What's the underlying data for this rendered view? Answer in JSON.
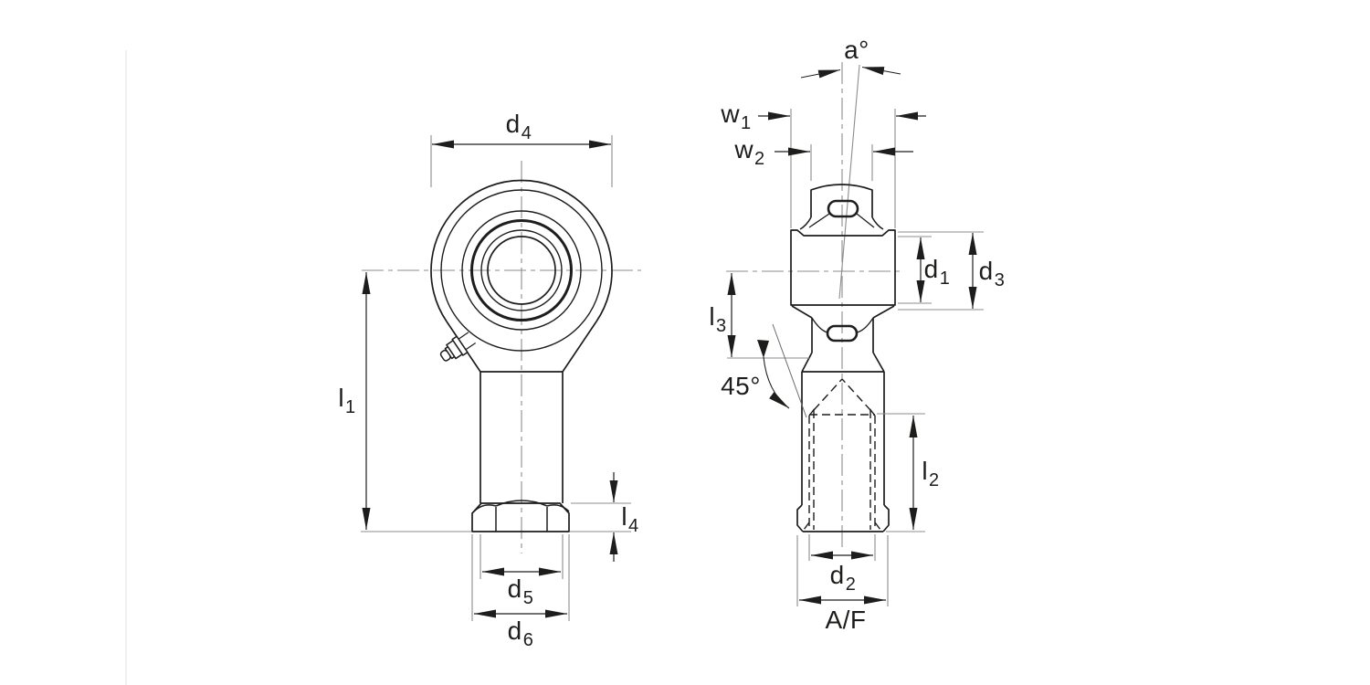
{
  "colors": {
    "line": "#1d1d1b",
    "centerline": "#8c8c8c",
    "page_edge": "#ececec",
    "background": "#ffffff"
  },
  "dimension_labels": {
    "front_view": {
      "d4": {
        "base": "d",
        "sub": "4"
      },
      "l1": {
        "base": "l",
        "sub": "1"
      },
      "l4": {
        "base": "l",
        "sub": "4"
      },
      "d5": {
        "base": "d",
        "sub": "5"
      },
      "d6": {
        "base": "d",
        "sub": "6"
      }
    },
    "side_view": {
      "a_angle": {
        "base": "a°"
      },
      "w1": {
        "base": "w",
        "sub": "1"
      },
      "w2": {
        "base": "w",
        "sub": "2"
      },
      "d1": {
        "base": "d",
        "sub": "1"
      },
      "d3": {
        "base": "d",
        "sub": "3"
      },
      "l3": {
        "base": "l",
        "sub": "3"
      },
      "chamfer_angle": {
        "base": "45°"
      },
      "l2": {
        "base": "l",
        "sub": "2"
      },
      "d2": {
        "base": "d",
        "sub": "2"
      },
      "af": {
        "base": "A/F"
      }
    }
  }
}
